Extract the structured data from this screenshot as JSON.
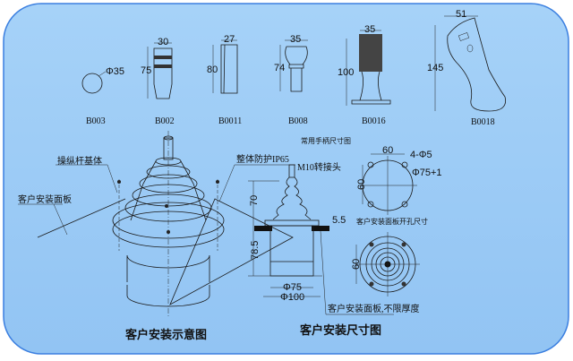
{
  "colors": {
    "panel": "#9cccf6",
    "panel_border": "#3b7fe0",
    "line": "#1a1a1a"
  },
  "handles": {
    "caption": "常用手柄尺寸图",
    "items": [
      {
        "model": "B003",
        "dims": [
          "Φ35"
        ]
      },
      {
        "model": "B002",
        "dims": [
          "30",
          "75"
        ]
      },
      {
        "model": "B0011",
        "dims": [
          "27",
          "80"
        ]
      },
      {
        "model": "B008",
        "dims": [
          "35",
          "74"
        ]
      },
      {
        "model": "B0016",
        "dims": [
          "35",
          "100"
        ]
      },
      {
        "model": "B0018",
        "dims": [
          "51",
          "145"
        ]
      }
    ]
  },
  "install_schematic": {
    "title": "客户安装示意图",
    "labels": {
      "base": "操纵杆基体",
      "protection": "整体防护IP65",
      "panel": "客户安装面板"
    }
  },
  "install_dimensions": {
    "title": "客户安装尺寸图",
    "adapter": "M10转接头",
    "height_top": "70",
    "flange": "5.5",
    "height_bottom": "78.5",
    "dia_inner": "Φ75",
    "dia_outer": "Φ100",
    "panel_note": "客户安装面板,不限厚度"
  },
  "cutout": {
    "caption": "客户安装面板开孔尺寸",
    "hole_spacing_h": "60",
    "hole_spacing_v": "60",
    "holes": "4-Φ5",
    "hole_dia": "Φ75+1",
    "bottom_spacing": "60"
  }
}
